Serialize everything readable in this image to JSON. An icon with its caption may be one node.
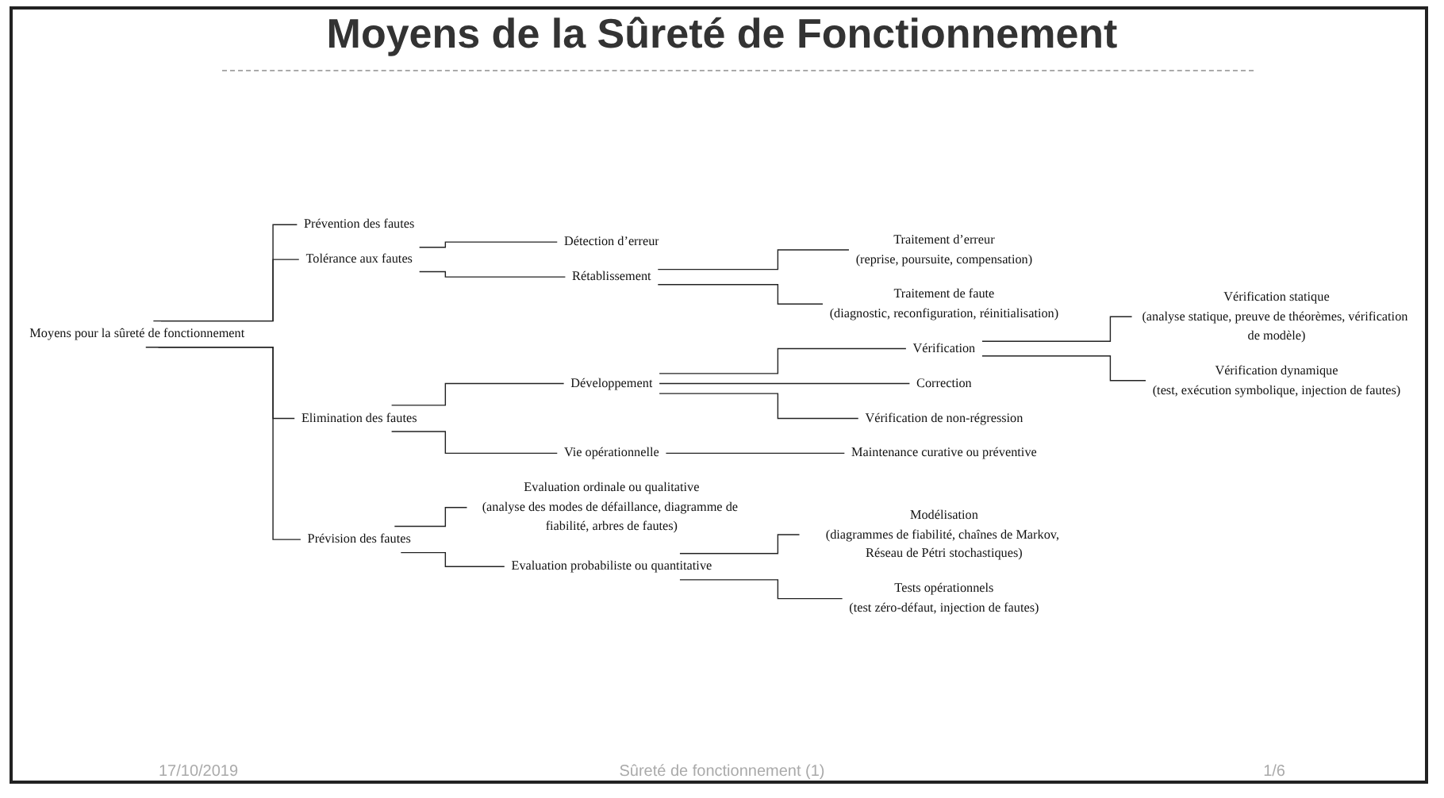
{
  "diagram": {
    "title": "Moyens de la Sûreté de Fonctionnement",
    "nodes": [
      {
        "text": [
          "Moyens pour la sûreté de fonctionnement"
        ]
      },
      {
        "text": [
          "Prévention des fautes"
        ]
      },
      {
        "text": [
          "Tolérance aux fautes"
        ]
      },
      {
        "text": [
          "Détection d’erreur"
        ]
      },
      {
        "text": [
          "Rétablissement"
        ]
      },
      {
        "text": [
          "Traitement d’erreur",
          "(reprise, poursuite, compensation)"
        ]
      },
      {
        "text": [
          "Traitement de faute",
          "(diagnostic, reconfiguration, réinitialisation)"
        ]
      },
      {
        "text": [
          "Elimination des fautes"
        ]
      },
      {
        "text": [
          "Développement"
        ]
      },
      {
        "text": [
          "Vérification"
        ]
      },
      {
        "text": [
          "Vérification statique",
          "(analyse statique, preuve de théorèmes, vérification de modèle)"
        ]
      },
      {
        "text": [
          "Vérification dynamique",
          "(test, exécution symbolique, injection de fautes)"
        ]
      },
      {
        "text": [
          "Correction"
        ]
      },
      {
        "text": [
          "Vérification de non-régression"
        ]
      },
      {
        "text": [
          "Vie opérationnelle"
        ]
      },
      {
        "text": [
          "Maintenance curative ou préventive"
        ]
      },
      {
        "text": [
          "Prévision des fautes"
        ]
      },
      {
        "text": [
          "Evaluation ordinale ou qualitative",
          "(analyse des modes de défaillance, diagramme de fiabilité, arbres de fautes)"
        ]
      },
      {
        "text": [
          "Evaluation probabiliste ou quantitative"
        ]
      },
      {
        "text": [
          "Modélisation",
          "(diagrammes de fiabilité, chaînes de Markov, Réseau de Pétri stochastiques)"
        ]
      },
      {
        "text": [
          "Tests opérationnels",
          "(test zéro-défaut, injection de fautes)"
        ]
      }
    ],
    "edges": [
      {
        "from": 0,
        "to": 1,
        "arrow": "none"
      },
      {
        "from": 0,
        "to": 2,
        "arrow": "none"
      },
      {
        "from": 2,
        "to": 3,
        "arrow": "none"
      },
      {
        "from": 2,
        "to": 4,
        "arrow": "none"
      },
      {
        "from": 4,
        "to": 5,
        "arrow": "none"
      },
      {
        "from": 4,
        "to": 6,
        "arrow": "none"
      },
      {
        "from": 0,
        "to": 7,
        "arrow": "none"
      },
      {
        "from": 7,
        "to": 8,
        "arrow": "none"
      },
      {
        "from": 8,
        "to": 9,
        "arrow": "none"
      },
      {
        "from": 9,
        "to": 10,
        "arrow": "none"
      },
      {
        "from": 9,
        "to": 11,
        "arrow": "none"
      },
      {
        "from": 8,
        "to": 12,
        "arrow": "none"
      },
      {
        "from": 8,
        "to": 13,
        "arrow": "none"
      },
      {
        "from": 7,
        "to": 14,
        "arrow": "none"
      },
      {
        "from": 14,
        "to": 15,
        "arrow": "none"
      },
      {
        "from": 0,
        "to": 16,
        "arrow": "none"
      },
      {
        "from": 16,
        "to": 17,
        "arrow": "none"
      },
      {
        "from": 16,
        "to": 18,
        "arrow": "none"
      },
      {
        "from": 18,
        "to": 19,
        "arrow": "none"
      },
      {
        "from": 18,
        "to": 20,
        "arrow": "none"
      }
    ],
    "labels": [
      "17/10/2019",
      "Sûreté de fonctionnement (1)",
      "1/6"
    ]
  }
}
